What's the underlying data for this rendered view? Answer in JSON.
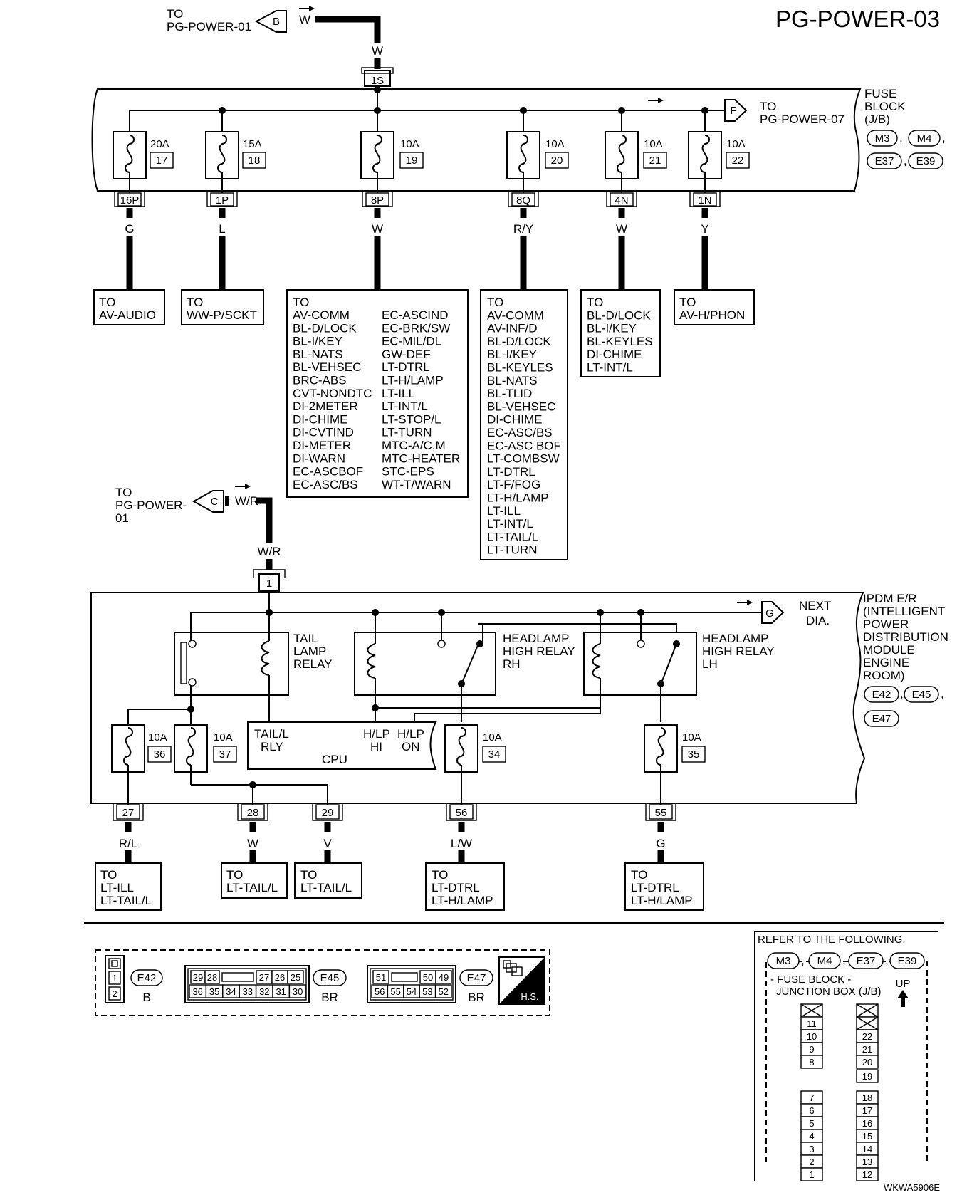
{
  "title": "PG-POWER-03",
  "image_code": "WKWA5906E",
  "top_link": {
    "to": "TO",
    "page": "PG-POWER-01",
    "letter": "B",
    "wire": "W"
  },
  "top_wire": "W",
  "top_connector": "1S",
  "fuse_link_f": {
    "letter": "F",
    "to": "TO",
    "page": "PG-POWER-07"
  },
  "fuse_block": {
    "name": [
      "FUSE",
      "BLOCK",
      "(J/B)"
    ],
    "connectors": [
      "M3",
      "M4",
      "E37",
      "E39"
    ],
    "fuses": [
      {
        "amp": "20A",
        "num": "17",
        "term": "16P",
        "wire": "G"
      },
      {
        "amp": "15A",
        "num": "18",
        "term": "1P",
        "wire": "L"
      },
      {
        "amp": "10A",
        "num": "19",
        "term": "8P",
        "wire": "W"
      },
      {
        "amp": "10A",
        "num": "20",
        "term": "8Q",
        "wire": "R/Y"
      },
      {
        "amp": "10A",
        "num": "21",
        "term": "4N",
        "wire": "W"
      },
      {
        "amp": "10A",
        "num": "22",
        "term": "1N",
        "wire": "Y"
      }
    ]
  },
  "dest_fuse17": [
    "TO",
    "AV-AUDIO"
  ],
  "dest_fuse18": [
    "TO",
    "WW-P/SCKT"
  ],
  "dest_fuse19": {
    "head": "TO",
    "col1": [
      "AV-COMM",
      "BL-D/LOCK",
      "BL-I/KEY",
      "BL-NATS",
      "BL-VEHSEC",
      "BRC-ABS",
      "CVT-NONDTC",
      "DI-2METER",
      "DI-CHIME",
      "DI-CVTIND",
      "DI-METER",
      "DI-WARN",
      "EC-ASCBOF",
      "EC-ASC/BS"
    ],
    "col2": [
      "EC-ASCIND",
      "EC-BRK/SW",
      "EC-MIL/DL",
      "GW-DEF",
      "LT-DTRL",
      "LT-H/LAMP",
      "LT-ILL",
      "LT-INT/L",
      "LT-STOP/L",
      "LT-TURN",
      "MTC-A/C,M",
      "MTC-HEATER",
      "STC-EPS",
      "WT-T/WARN"
    ]
  },
  "dest_fuse20": [
    "TO",
    "AV-COMM",
    "AV-INF/D",
    "BL-D/LOCK",
    "BL-I/KEY",
    "BL-KEYLES",
    "BL-NATS",
    "BL-TLID",
    "BL-VEHSEC",
    "DI-CHIME",
    "EC-ASC/BS",
    "EC-ASC BOF",
    "LT-COMBSW",
    "LT-DTRL",
    "LT-F/FOG",
    "LT-H/LAMP",
    "LT-ILL",
    "LT-INT/L",
    "LT-TAIL/L",
    "LT-TURN"
  ],
  "dest_fuse21": [
    "TO",
    "BL-D/LOCK",
    "BL-I/KEY",
    "BL-KEYLES",
    "DI-CHIME",
    "LT-INT/L"
  ],
  "dest_fuse22": [
    "TO",
    "AV-H/PHON"
  ],
  "mid_link": {
    "to": "TO",
    "page_a": "PG-POWER-",
    "page_b": "01",
    "letter": "C",
    "wire": "W/R"
  },
  "mid_wire": "W/R",
  "ipdm_connector": "1",
  "ipdm": {
    "name": [
      "IPDM E/R",
      "(INTELLIGENT",
      "POWER",
      "DISTRIBUTION",
      "MODULE",
      "ENGINE",
      "ROOM)"
    ],
    "connectors": [
      "E42",
      "E45",
      "E47"
    ],
    "next_letter": "G",
    "next_text": [
      "NEXT",
      "DIA."
    ],
    "relay_tail": [
      "TAIL",
      "LAMP",
      "RELAY"
    ],
    "relay_rh": [
      "HEADLAMP",
      "HIGH RELAY",
      "RH"
    ],
    "relay_lh": [
      "HEADLAMP",
      "HIGH RELAY",
      "LH"
    ],
    "cpu": {
      "tail": [
        "TAIL/L",
        "RLY"
      ],
      "hi": [
        "H/LP",
        "HI"
      ],
      "on": [
        "H/LP",
        "ON"
      ],
      "name": "CPU"
    },
    "fuses": [
      {
        "amp": "10A",
        "num": "36"
      },
      {
        "amp": "10A",
        "num": "37"
      },
      {
        "amp": "10A",
        "num": "34"
      },
      {
        "amp": "10A",
        "num": "35"
      }
    ],
    "terminals": [
      {
        "term": "27",
        "wire": "R/L"
      },
      {
        "term": "28",
        "wire": "W"
      },
      {
        "term": "29",
        "wire": "V"
      },
      {
        "term": "56",
        "wire": "L/W"
      },
      {
        "term": "55",
        "wire": "G"
      }
    ]
  },
  "dest_t27": [
    "TO",
    "LT-ILL",
    "LT-TAIL/L"
  ],
  "dest_t28": [
    "TO",
    "LT-TAIL/L"
  ],
  "dest_t29": [
    "TO",
    "LT-TAIL/L"
  ],
  "dest_t56": [
    "TO",
    "LT-DTRL",
    "LT-H/LAMP"
  ],
  "dest_t55": [
    "TO",
    "LT-DTRL",
    "LT-H/LAMP"
  ],
  "connector_views": {
    "e42": {
      "id": "E42",
      "color": "B",
      "pins": [
        "1",
        "2"
      ]
    },
    "e45": {
      "id": "E45",
      "color": "BR",
      "row1": [
        "29",
        "28",
        "27",
        "26",
        "25"
      ],
      "row2": [
        "36",
        "35",
        "34",
        "33",
        "32",
        "31",
        "30"
      ]
    },
    "e47": {
      "id": "E47",
      "color": "BR",
      "row1": [
        "51",
        "50",
        "49"
      ],
      "row2": [
        "56",
        "55",
        "54",
        "53",
        "52"
      ]
    },
    "hs": "H.S."
  },
  "refer": {
    "title": "REFER TO THE FOLLOWING.",
    "connectors": [
      "M3",
      "M4",
      "E37",
      "E39"
    ],
    "desc": [
      "- FUSE BLOCK -",
      "JUNCTION BOX (J/B)"
    ],
    "up": "UP",
    "col_left_top": [
      "11",
      "10",
      "9",
      "8"
    ],
    "col_left_bottom": [
      "7",
      "6",
      "5",
      "4",
      "3",
      "2",
      "1"
    ],
    "col_right_top": [
      "22",
      "21",
      "20"
    ],
    "col_right_mid": [
      "19"
    ],
    "col_right_bottom": [
      "18",
      "17",
      "16",
      "15",
      "14",
      "13",
      "12"
    ]
  }
}
